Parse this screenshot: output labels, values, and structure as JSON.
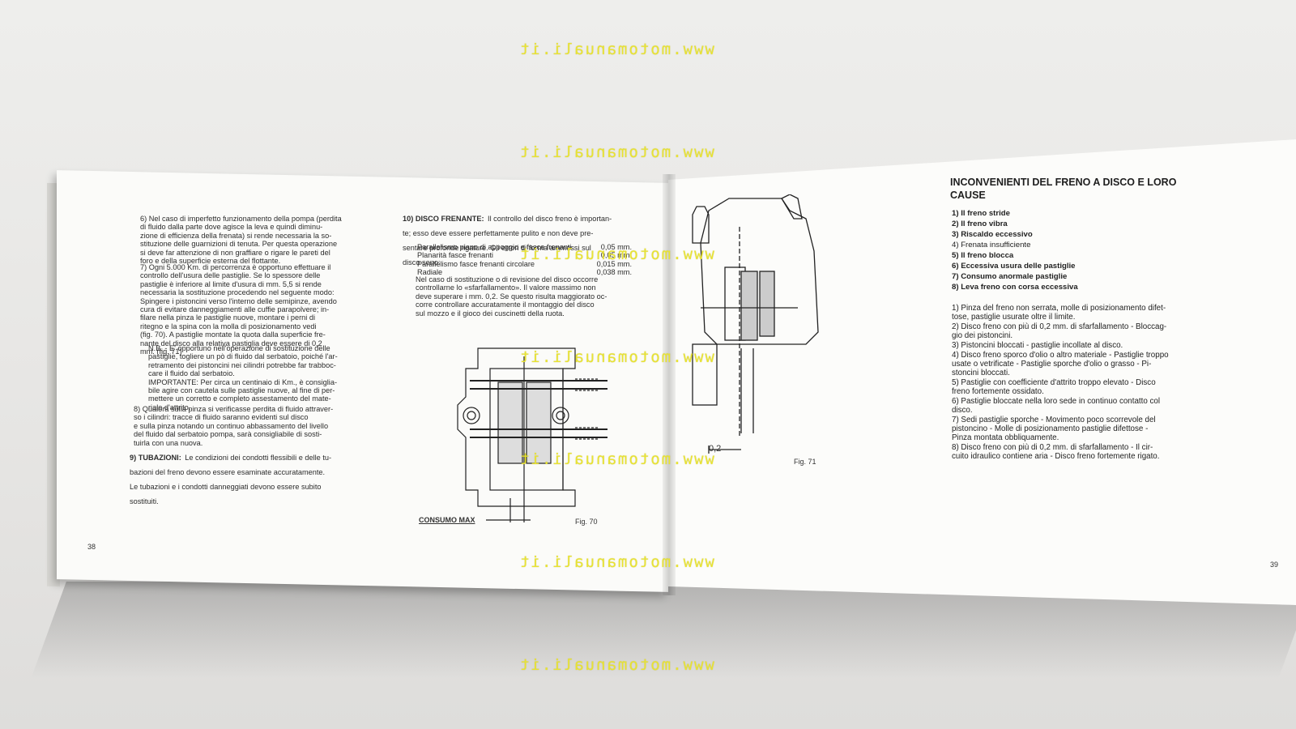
{
  "watermark": "www.motomanuali.it",
  "left_page": {
    "page_number": "38",
    "col1": {
      "item6": "6) Nel caso di imperfetto funzionamento della pompa (perdita\n    di fluido dalla parte dove agisce la leva e quindi diminu-\n    zione di efficienza della frenata) si rende necessaria la so-\n    stituzione delle guarnizioni di tenuta. Per questa operazione\n    si deve far attenzione di non graffiare o rigare le pareti del\n    foro e della superficie esterna del flottante.",
      "item7": "7) Ogni 5.000 Km. di percorrenza è opportuno effettuare il\n    controllo dell'usura delle pastiglie. Se lo spessore delle\n    pastiglie è inferiore al limite d'usura di mm. 5,5 si rende\n    necessaria la sostituzione procedendo nel seguente modo:\n    Spingere i pistoncini verso l'interno delle semipinze, avendo\n    cura di evitare danneggiamenti alle cuffie parapolvere; in-\n    filare nella pinza le pastiglie nuove, montare i perni di\n    ritegno e la spina con la molla di posizionamento vedi\n    (fig. 70). A pastiglie montate la quota dalla superficie fre-\n    nante del disco alla relativa pastiglia deve essere di 0,2\n    mm. (fig. 71)",
      "nb": "N.B. - E' opportuno nell'operazione di sostituzione delle\npastiglie, togliere un pò di fluido dal serbatoio, poiché l'ar-\nretramento dei pistoncini nei cilindri potrebbe far trabboc-\ncare il fluido dal serbatoio.\nIMPORTANTE: Per circa un centinaio di Km., è consiglia-\nbile agire con cautela sulle pastiglie nuove, al fine di per-\nmettere un corretto e completo assestamento del mate-\nriale d'attrito.",
      "item8": "8) Qualora sulla pinza si verificasse perdita di fluido attraver-\n    so i cilindri: tracce di fluido saranno evidenti sul disco\n    e sulla pinza notando un continuo abbassamento del livello\n    del fluido dal serbatoio pompa, sarà consigliabile di sosti-\n    tuirla con una nuova.",
      "item9_head": "9) TUBAZIONI:",
      "item9": "Le condizioni dei condotti flessibili e delle tu-\n    bazioni del freno devono essere esaminate accuratamente.\n    Le tubazioni e i condotti danneggiati devono essere subito\n    sostituiti."
    },
    "col2": {
      "item10_head": "10) DISCO FRENANTE:",
      "item10": "Il controllo del disco freno è importan-\n    te; esso deve essere perfettamente pulito e non deve pre-\n    sentare profonde rigature. Gli errori di forma ammessi sul\n    disco sono:",
      "tolerances": [
        {
          "label": "Parallelismo piano di appoggio e fasce frenanti",
          "value": "0,05 mm."
        },
        {
          "label": "Planarità fasce frenanti",
          "value": "0,05 mm."
        },
        {
          "label": "Parallelismo fasce frenanti circolare",
          "value": "0,015 mm."
        },
        {
          "label": "Radiale",
          "value": "0,038 mm."
        }
      ],
      "tail": "Nel caso di sostituzione o di revisione del disco occorre\ncontrollarne lo «sfarfallamento». Il valore massimo non\ndeve superare i mm. 0,2. Se questo risulta maggiorato oc-\ncorre controllare accuratamente il montaggio del disco\nsul mozzo e il gioco dei cuscinetti della ruota."
    },
    "fig70": {
      "caption": "Fig. 70",
      "label": "CONSUMO MAX"
    }
  },
  "right_page": {
    "page_number": "39",
    "fig71": {
      "caption": "Fig. 71",
      "dim": "0,2"
    },
    "title": "INCONVENIENTI DEL FRENO A DISCO E LORO\nCAUSE",
    "problems": [
      {
        "text": "1) Il freno stride",
        "bold": true
      },
      {
        "text": "2) Il freno vibra",
        "bold": true
      },
      {
        "text": "3) Riscaldo eccessivo",
        "bold": true
      },
      {
        "text": "4) Frenata insufficiente",
        "bold": false
      },
      {
        "text": "5) Il freno blocca",
        "bold": true
      },
      {
        "text": "6) Eccessiva usura delle pastiglie",
        "bold": true
      },
      {
        "text": "7) Consumo anormale pastiglie",
        "bold": true
      },
      {
        "text": "8) Leva freno con corsa eccessiva",
        "bold": true
      }
    ],
    "causes": [
      "1) Pinza del freno non serrata, molle di posizionamento difet-\n    tose, pastiglie usurate oltre il limite.",
      "2) Disco freno con più di 0,2 mm. di sfarfallamento - Bloccag-\n    gio dei pistoncini.",
      "3) Pistoncini bloccati - pastiglie incollate al disco.",
      "4) Disco freno sporco d'olio o altro materiale - Pastiglie troppo\n    usate o vetrificate - Pastiglie sporche d'olio o grasso - Pi-\n    stoncini bloccati.",
      "5) Pastiglie con coefficiente d'attrito troppo elevato - Disco\n    freno fortemente ossidato.",
      "6) Pastiglie bloccate nella loro sede in continuo contatto col\n    disco.",
      "7) Sedi pastiglie sporche - Movimento poco scorrevole del\n    pistoncino - Molle di posizionamento pastiglie difettose -\n    Pinza montata obbliquamente.",
      "8) Disco freno con più di 0,2 mm. di sfarfallamento - Il cir-\n    cuito idraulico contiene aria - Disco freno fortemente rigato."
    ]
  }
}
